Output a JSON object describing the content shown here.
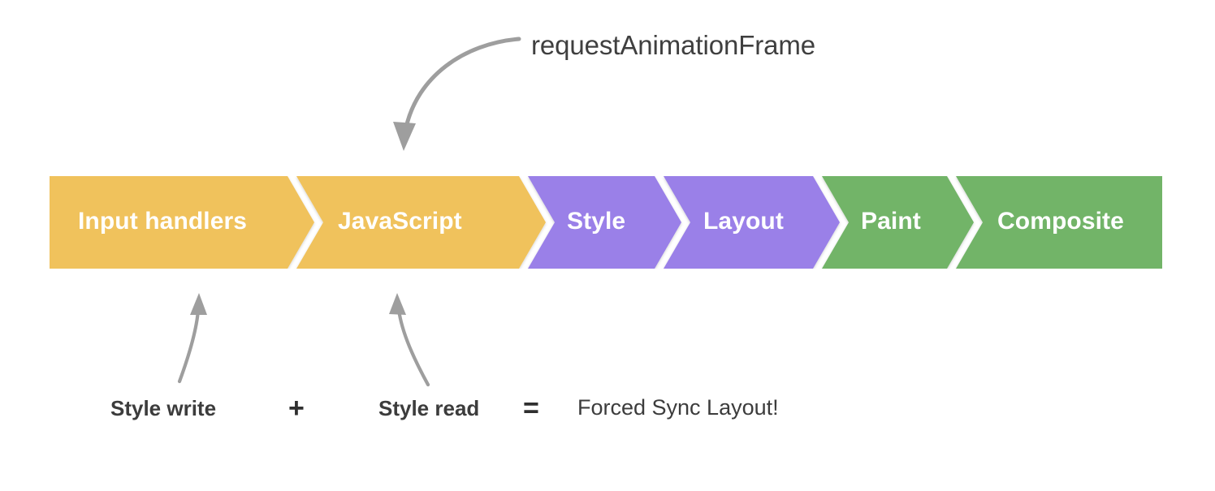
{
  "diagram": {
    "title": "Browser rendering pipeline / Forced Sync Layout",
    "background": "#ffffff"
  },
  "top_annotation": {
    "label": "requestAnimationFrame",
    "arrow_color": "#9e9e9e",
    "text_color": "#3f3f3f",
    "points_to": "JavaScript"
  },
  "pipeline": {
    "colors": {
      "yellow": "#f0c25c",
      "purple": "#9a80e8",
      "green": "#72b467",
      "separator": "#ffffff",
      "label": "#ffffff"
    },
    "stages": [
      {
        "label": "Input handlers",
        "color_name": "yellow",
        "color": "#f0c25c"
      },
      {
        "label": "JavaScript",
        "color_name": "yellow",
        "color": "#f0c25c"
      },
      {
        "label": "Style",
        "color_name": "purple",
        "color": "#9a80e8"
      },
      {
        "label": "Layout",
        "color_name": "purple",
        "color": "#9a80e8"
      },
      {
        "label": "Paint",
        "color_name": "green",
        "color": "#72b467"
      },
      {
        "label": "Composite",
        "color_name": "green",
        "color": "#72b467"
      }
    ]
  },
  "bottom_annotation": {
    "arrow_color": "#9e9e9e",
    "terms": [
      {
        "text": "Style write",
        "style": "bold",
        "points_to": "Input handlers"
      },
      {
        "text": "+",
        "style": "operator",
        "points_to": ""
      },
      {
        "text": "Style read",
        "style": "bold",
        "points_to": "JavaScript"
      },
      {
        "text": "=",
        "style": "operator",
        "points_to": ""
      },
      {
        "text": "Forced Sync Layout!",
        "style": "regular",
        "points_to": ""
      }
    ]
  }
}
